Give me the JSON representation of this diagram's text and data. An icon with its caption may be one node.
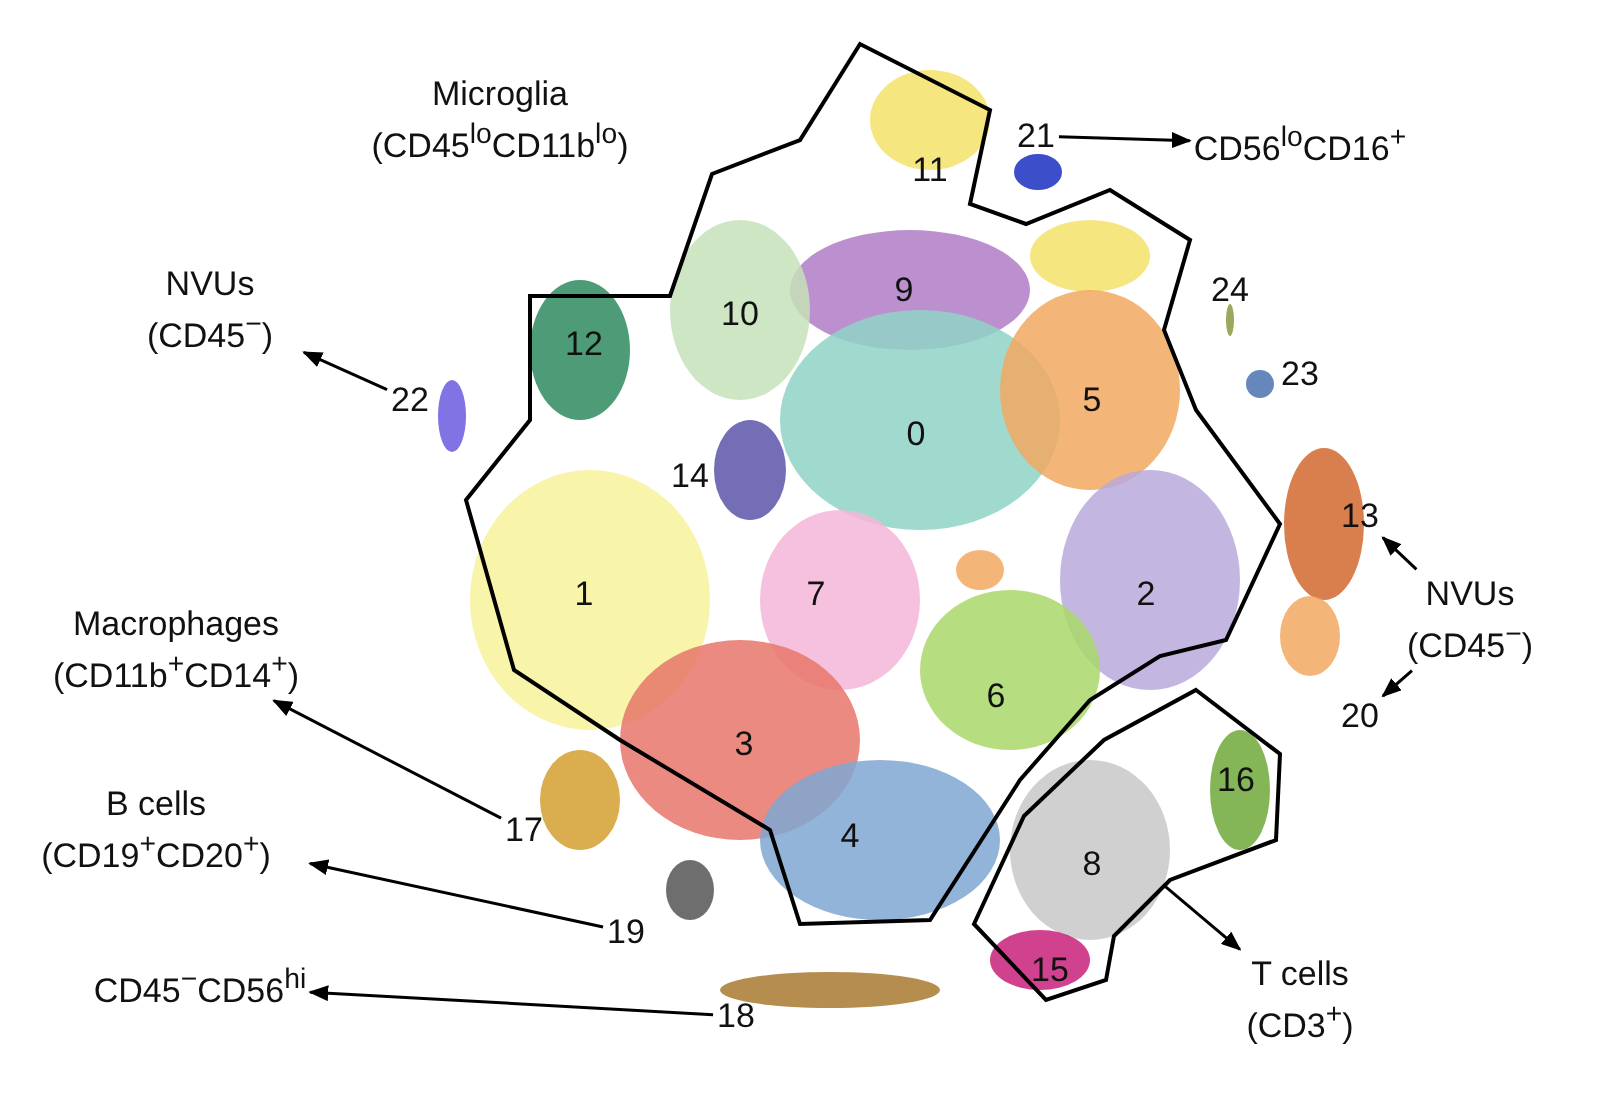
{
  "diagram": {
    "nodes": [
      {
        "text": [
          "Microglia (CD45$^{lo}$CD11b$^{lo}$)"
        ]
      },
      {
        "text": [
          "21"
        ]
      },
      {
        "text": [
          "CD56$^{lo}$CD16$^{+}$"
        ]
      },
      {
        "text": [
          "NVUs (CD45$^{−}$)"
        ]
      },
      {
        "text": [
          "22"
        ]
      },
      {
        "text": [
          "13"
        ]
      },
      {
        "text": [
          "NVUs (CD45$^{−}$)"
        ]
      },
      {
        "text": [
          "20"
        ]
      },
      {
        "text": [
          "Macrophages (CD11b$^{+}$CD14$^{+}$)"
        ]
      },
      {
        "text": [
          "17"
        ]
      },
      {
        "text": [
          "B cells (CD19$^{+}$CD20$^{+}$)"
        ]
      },
      {
        "text": [
          "19"
        ]
      },
      {
        "text": [
          "CD45$^{−}$CD56$^{hi}$"
        ]
      },
      {
        "text": [
          "18"
        ]
      },
      {
        "text": [],
        "shape": "polygon"
      },
      {
        "text": [
          "T cells (CD3$^{+}$)"
        ]
      }
    ],
    "edges": [
      {
        "from": 1,
        "to": 2,
        "arrow": "to"
      },
      {
        "from": 4,
        "to": 3,
        "arrow": "to"
      },
      {
        "from": 6,
        "to": 5,
        "arrow": "to"
      },
      {
        "from": 6,
        "to": 7,
        "arrow": "to"
      },
      {
        "from": 9,
        "to": 8,
        "arrow": "to"
      },
      {
        "from": 11,
        "to": 10,
        "arrow": "to"
      },
      {
        "from": 13,
        "to": 12,
        "arrow": "to"
      },
      {
        "from": 14,
        "to": 15,
        "arrow": "to"
      }
    ],
    "labels": [
      "11",
      "9",
      "24",
      "10",
      "12",
      "23",
      "5",
      "0",
      "14",
      "1",
      "7",
      "2",
      "6",
      "3",
      "16",
      "4",
      "8",
      "15"
    ]
  }
}
